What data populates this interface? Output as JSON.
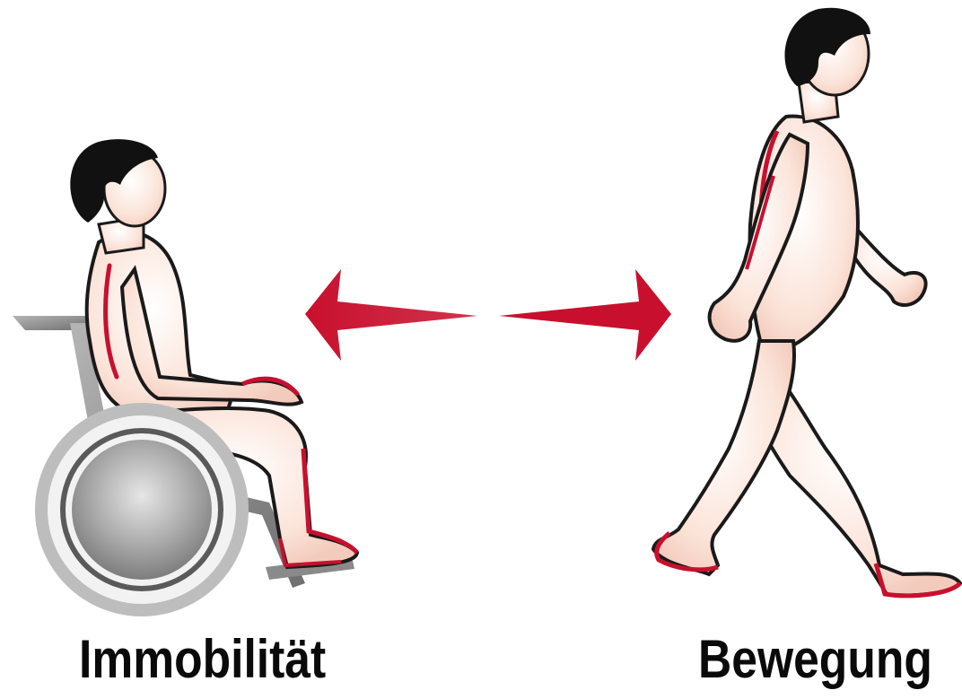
{
  "labels": {
    "left": "Immobilität",
    "right": "Bewegung"
  },
  "figures": {
    "left": "person-in-wheelchair",
    "right": "person-walking"
  },
  "arrow": {
    "type": "double-headed",
    "color": "#c8102e"
  },
  "colors": {
    "skin": "#fbe3d8",
    "outline": "#1a1a1a",
    "accent": "#c8102e",
    "hair": "#111111",
    "wheelchair": "#9a9a9a"
  }
}
